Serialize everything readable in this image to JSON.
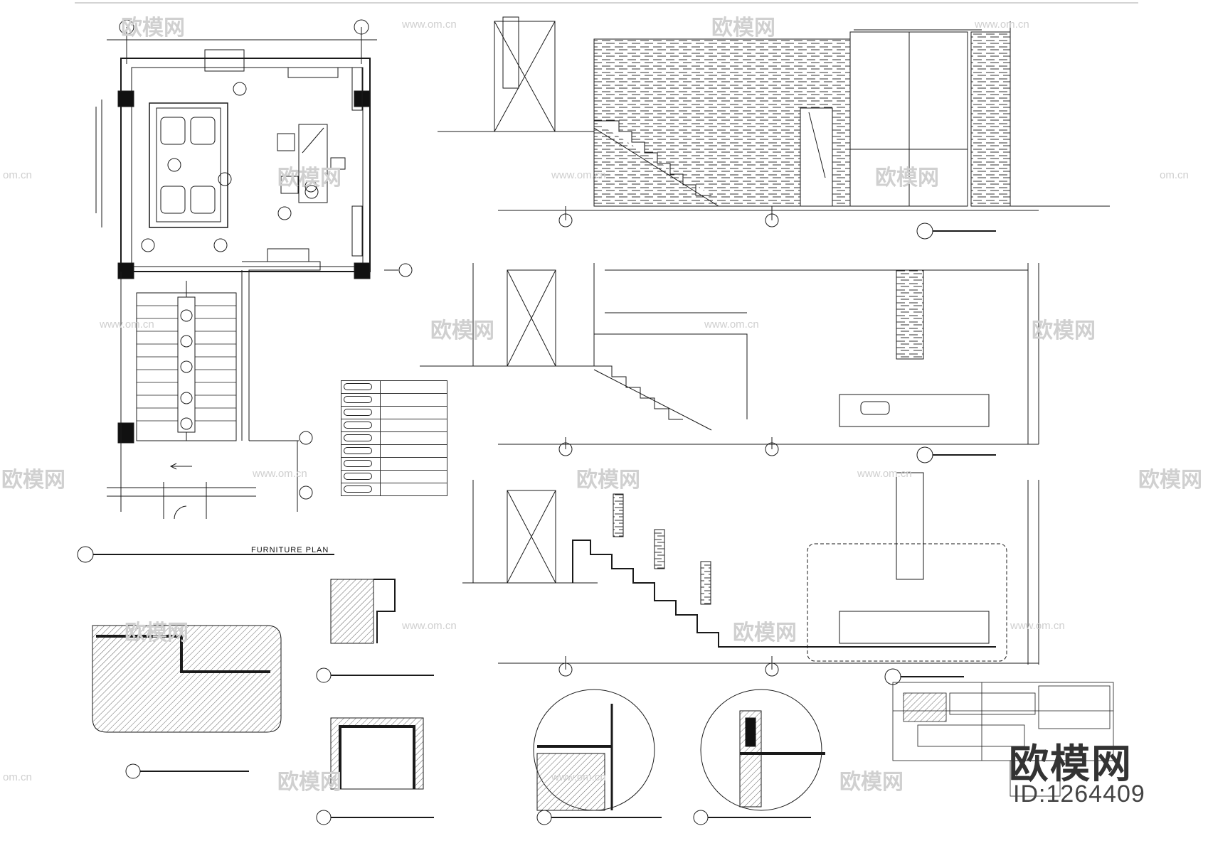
{
  "drawing": {
    "plan_title": "FURNITURE PLAN",
    "watermark_text": "欧模网",
    "watermark_url": "www.om.cn",
    "watermark_url_short": "om.cn",
    "brand": "欧模网",
    "brand_id": "ID:1264409"
  },
  "colors": {
    "line": "#1a1a1a",
    "hatch": "#555555",
    "watermark": "#d0d0d0"
  }
}
